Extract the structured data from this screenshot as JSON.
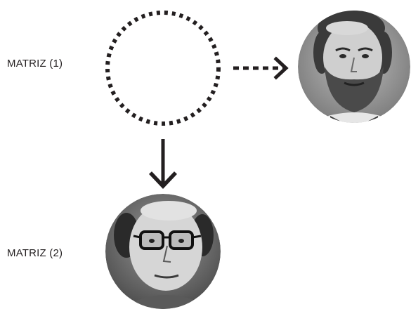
{
  "labels": {
    "matrix_1": "MATRIZ (1)",
    "matrix_2": "MATRIZ (2)"
  },
  "nodes": [
    {
      "id": "empty-matrix",
      "style": "dotted-circle",
      "row": 1
    },
    {
      "id": "portrait-bearded-man",
      "style": "photo-circle",
      "row": 1
    },
    {
      "id": "portrait-glasses-man",
      "style": "photo-circle",
      "row": 2
    }
  ],
  "edges": [
    {
      "from": "empty-matrix",
      "to": "portrait-bearded-man",
      "style": "dashed"
    },
    {
      "from": "empty-matrix",
      "to": "portrait-glasses-man",
      "style": "solid"
    }
  ],
  "colors": {
    "ink": "#231f20",
    "background": "#ffffff"
  }
}
